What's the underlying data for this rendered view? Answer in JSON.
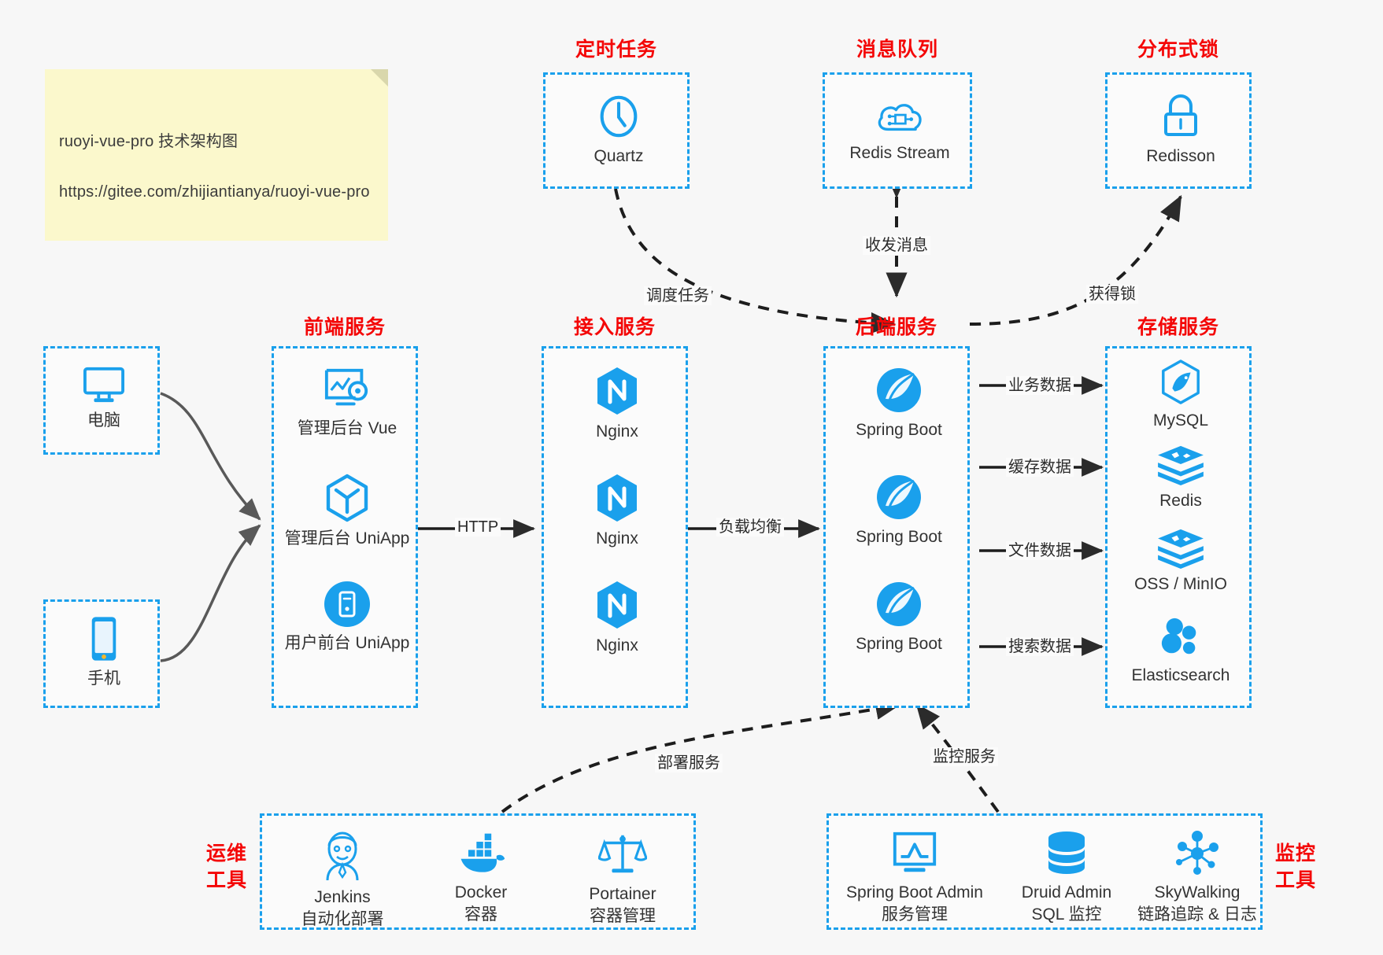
{
  "note": {
    "name": "architecture-note",
    "line1": "ruoyi-vue-pro 技术架构图",
    "line2": "https://gitee.com/zhijiantianya/ruoyi-vue-pro"
  },
  "colors": {
    "accent_blue": "#1aa0ec",
    "title_red": "#f40707",
    "note_bg": "#fbf8cc",
    "canvas_bg": "#f7f7f7",
    "text": "#333333",
    "edge": "#2b2b2b"
  },
  "groups": {
    "scheduled_task": {
      "title": "定时任务"
    },
    "message_queue": {
      "title": "消息队列"
    },
    "distributed_lock": {
      "title": "分布式锁"
    },
    "frontend_service": {
      "title": "前端服务"
    },
    "access_service": {
      "title": "接入服务"
    },
    "backend_service": {
      "title": "后端服务"
    },
    "storage_service": {
      "title": "存储服务"
    },
    "devops_tools": {
      "title": "运维\n工具"
    },
    "monitor_tools": {
      "title": "监控\n工具"
    }
  },
  "nodes": {
    "quartz": {
      "label": "Quartz",
      "icon": "clock-icon"
    },
    "redis_stream": {
      "label": "Redis Stream",
      "icon": "cloud-network-icon"
    },
    "redisson": {
      "label": "Redisson",
      "icon": "lock-icon"
    },
    "pc": {
      "label": "电脑",
      "icon": "desktop-monitor-icon"
    },
    "phone": {
      "label": "手机",
      "icon": "smartphone-icon"
    },
    "admin_vue": {
      "label": "管理后台 Vue",
      "icon": "dashboard-screen-icon"
    },
    "admin_uniapp": {
      "label": "管理后台 UniApp",
      "icon": "uniapp-cube-icon"
    },
    "user_uniapp": {
      "label": "用户前台 UniApp",
      "icon": "mobile-app-icon"
    },
    "nginx1": {
      "label": "Nginx",
      "icon": "nginx-icon"
    },
    "nginx2": {
      "label": "Nginx",
      "icon": "nginx-icon"
    },
    "nginx3": {
      "label": "Nginx",
      "icon": "nginx-icon"
    },
    "springboot1": {
      "label": "Spring Boot",
      "icon": "spring-leaf-icon"
    },
    "springboot2": {
      "label": "Spring Boot",
      "icon": "spring-leaf-icon"
    },
    "springboot3": {
      "label": "Spring Boot",
      "icon": "spring-leaf-icon"
    },
    "mysql": {
      "label": "MySQL",
      "icon": "mysql-dolphin-icon"
    },
    "redis": {
      "label": "Redis",
      "icon": "redis-stack-icon"
    },
    "oss_minio": {
      "label": "OSS / MinIO",
      "icon": "object-storage-icon"
    },
    "elasticsearch": {
      "label": "Elasticsearch",
      "icon": "elasticsearch-icon"
    },
    "jenkins": {
      "label": "Jenkins",
      "sublabel": "自动化部署",
      "icon": "jenkins-butler-icon"
    },
    "docker": {
      "label": "Docker",
      "sublabel": "容器",
      "icon": "docker-whale-icon"
    },
    "portainer": {
      "label": "Portainer",
      "sublabel": "容器管理",
      "icon": "scales-balance-icon"
    },
    "spring_boot_admin": {
      "label": "Spring Boot Admin",
      "sublabel": "服务管理",
      "icon": "monitor-chart-icon"
    },
    "druid_admin": {
      "label": "Druid Admin",
      "sublabel": "SQL 监控",
      "icon": "database-cylinder-icon"
    },
    "skywalking": {
      "label": "SkyWalking",
      "sublabel": "链路追踪 & 日志",
      "icon": "skywalking-node-icon"
    }
  },
  "edge_labels": {
    "schedule_task": "调度任务",
    "send_receive_message": "收发消息",
    "acquire_lock": "获得锁",
    "http": "HTTP",
    "load_balance": "负载均衡",
    "business_data": "业务数据",
    "cache_data": "缓存数据",
    "file_data": "文件数据",
    "search_data": "搜索数据",
    "deploy_service": "部署服务",
    "monitor_service": "监控服务"
  }
}
